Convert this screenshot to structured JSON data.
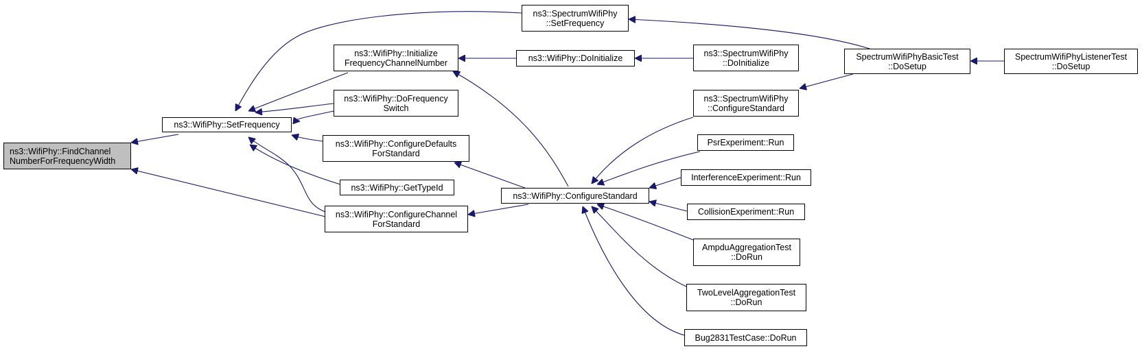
{
  "colors": {
    "edge": "#191970",
    "node_border": "#000000",
    "focus_fill": "#bfbfbf",
    "background": "#ffffff"
  },
  "nodes": {
    "find_channel": {
      "line1": "ns3::WifiPhy::FindChannel",
      "line2": "NumberForFrequencyWidth"
    },
    "set_frequency": {
      "line1": "ns3::WifiPhy::SetFrequency"
    },
    "configure_channel": {
      "line1": "ns3::WifiPhy::ConfigureChannel",
      "line2": "ForStandard"
    },
    "spectrum_set_frequency": {
      "line1": "ns3::SpectrumWifiPhy",
      "line2": "::SetFrequency"
    },
    "init_freq_channel": {
      "line1": "ns3::WifiPhy::Initialize",
      "line2": "FrequencyChannelNumber"
    },
    "do_frequency_switch": {
      "line1": "ns3::WifiPhy::DoFrequency",
      "line2": "Switch"
    },
    "configure_defaults": {
      "line1": "ns3::WifiPhy::ConfigureDefaults",
      "line2": "ForStandard"
    },
    "get_type_id": {
      "line1": "ns3::WifiPhy::GetTypeId"
    },
    "do_initialize": {
      "line1": "ns3::WifiPhy::DoInitialize"
    },
    "configure_standard": {
      "line1": "ns3::WifiPhy::ConfigureStandard"
    },
    "spectrum_do_initialize": {
      "line1": "ns3::SpectrumWifiPhy",
      "line2": "::DoInitialize"
    },
    "spectrum_configure_standard": {
      "line1": "ns3::SpectrumWifiPhy",
      "line2": "::ConfigureStandard"
    },
    "psr_run": {
      "line1": "PsrExperiment::Run"
    },
    "interference_run": {
      "line1": "InterferenceExperiment::Run"
    },
    "collision_run": {
      "line1": "CollisionExperiment::Run"
    },
    "ampdu_do_run": {
      "line1": "AmpduAggregationTest",
      "line2": "::DoRun"
    },
    "two_level_do_run": {
      "line1": "TwoLevelAggregationTest",
      "line2": "::DoRun"
    },
    "bug2831_do_run": {
      "line1": "Bug2831TestCase::DoRun"
    },
    "basic_test_setup": {
      "line1": "SpectrumWifiPhyBasicTest",
      "line2": "::DoSetup"
    },
    "listener_test_setup": {
      "line1": "SpectrumWifiPhyListenerTest",
      "line2": "::DoSetup"
    }
  },
  "edges": [
    {
      "from": "set_frequency",
      "to": "find_channel"
    },
    {
      "from": "configure_channel",
      "to": "find_channel"
    },
    {
      "from": "spectrum_set_frequency",
      "to": "set_frequency"
    },
    {
      "from": "init_freq_channel",
      "to": "set_frequency"
    },
    {
      "from": "do_frequency_switch",
      "to": "set_frequency"
    },
    {
      "from": "configure_defaults",
      "to": "set_frequency"
    },
    {
      "from": "get_type_id",
      "to": "set_frequency"
    },
    {
      "from": "configure_channel",
      "to": "set_frequency"
    },
    {
      "from": "configure_standard",
      "to": "configure_channel"
    },
    {
      "from": "configure_standard",
      "to": "configure_defaults"
    },
    {
      "from": "configure_standard",
      "to": "init_freq_channel"
    },
    {
      "from": "do_initialize",
      "to": "init_freq_channel"
    },
    {
      "from": "spectrum_do_initialize",
      "to": "do_initialize"
    },
    {
      "from": "spectrum_configure_standard",
      "to": "configure_standard"
    },
    {
      "from": "psr_run",
      "to": "configure_standard"
    },
    {
      "from": "interference_run",
      "to": "configure_standard"
    },
    {
      "from": "collision_run",
      "to": "configure_standard"
    },
    {
      "from": "ampdu_do_run",
      "to": "configure_standard"
    },
    {
      "from": "two_level_do_run",
      "to": "configure_standard"
    },
    {
      "from": "bug2831_do_run",
      "to": "configure_standard"
    },
    {
      "from": "basic_test_setup",
      "to": "spectrum_set_frequency"
    },
    {
      "from": "basic_test_setup",
      "to": "spectrum_configure_standard"
    },
    {
      "from": "listener_test_setup",
      "to": "basic_test_setup"
    }
  ]
}
